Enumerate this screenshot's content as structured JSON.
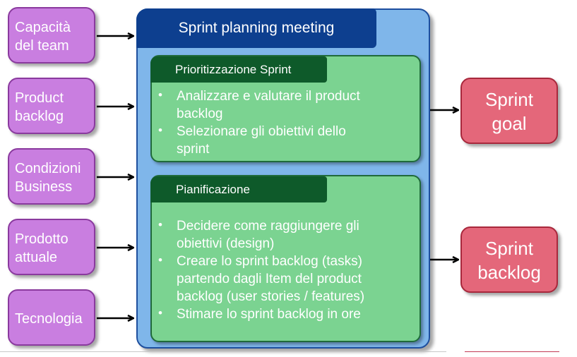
{
  "inputs": [
    {
      "lines": [
        "Capacità",
        "del team"
      ]
    },
    {
      "lines": [
        "Product",
        "backlog"
      ]
    },
    {
      "lines": [
        "Condizioni",
        "Business"
      ]
    },
    {
      "lines": [
        "Prodotto",
        "attuale"
      ]
    },
    {
      "lines": [
        "Tecnologia"
      ]
    }
  ],
  "meeting": {
    "title": "Sprint planning meeting",
    "phases": [
      {
        "title": "Prioritizzazione Sprint",
        "bullets": [
          [
            "Analizzare e valutare il product",
            "backlog"
          ],
          [
            "Selezionare gli obiettivi dello",
            "sprint"
          ]
        ]
      },
      {
        "title": "Pianificazione",
        "bullets": [
          [
            "Decidere come raggiungere gli",
            "obiettivi (design)"
          ],
          [
            "Creare lo sprint backlog (tasks)",
            "partendo dagli Item del product",
            "backlog (user stories / features)"
          ],
          [
            "Stimare lo sprint backlog in ore"
          ]
        ]
      }
    ]
  },
  "outputs": [
    {
      "lines": [
        "Sprint",
        "goal"
      ]
    },
    {
      "lines": [
        "Sprint",
        "backlog"
      ]
    }
  ],
  "colors": {
    "input_fill": "#c97ee0",
    "frame_fill": "#7fb6ea",
    "title_fill": "#0d3f8f",
    "phase_fill": "#7bd391",
    "phase_title_fill": "#0e5a2a",
    "output_fill": "#e4677a"
  }
}
